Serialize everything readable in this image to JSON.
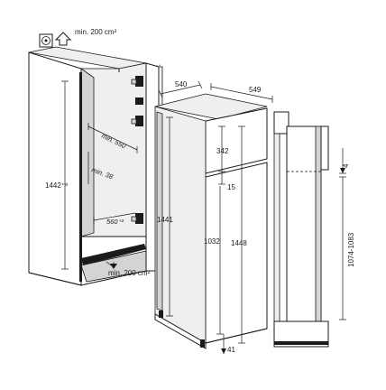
{
  "labels": {
    "vent_top": "min. 200 cm²",
    "vent_bottom": "min. 200 cm²",
    "niche_height": "1442⁺⁸",
    "niche_depth": "min. 550",
    "niche_side": "min. 38",
    "niche_width": "560⁺²",
    "top_depth": "540",
    "top_width": "549",
    "total_height": "1441",
    "upper_door": "342",
    "gap": "15",
    "lower_door": "1032",
    "body_height": "1448",
    "base": "41",
    "right_gap": "4",
    "right_range": "1074-1083"
  },
  "colors": {
    "line": "#1a1a1a",
    "shade": "#d4d4d4",
    "background": "#ffffff"
  }
}
